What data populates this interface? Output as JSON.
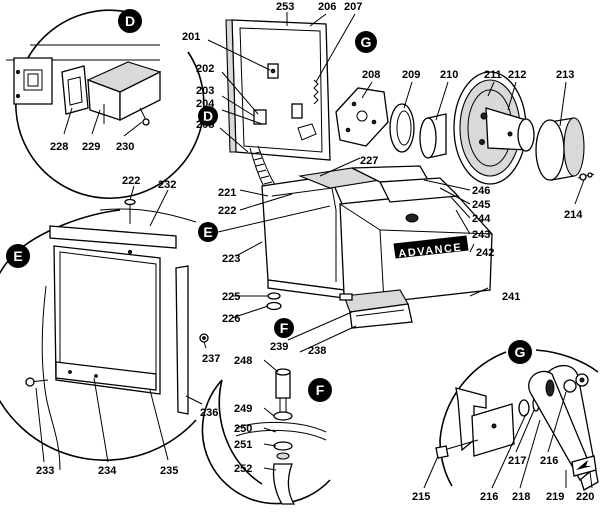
{
  "detail_badges": [
    "D",
    "G",
    "D",
    "E",
    "E",
    "F",
    "F",
    "G"
  ],
  "brand_label": "ADVANCE",
  "part_numbers": {
    "p253": "253",
    "p206": "206",
    "p207": "207",
    "p201": "201",
    "p202": "202",
    "p203": "203",
    "p204": "204",
    "p205": "205",
    "p208": "208",
    "p209": "209",
    "p210": "210",
    "p211": "211",
    "p212": "212",
    "p213": "213",
    "p214": "214",
    "p227": "227",
    "p221": "221",
    "p222a": "222",
    "p223": "223",
    "p225": "225",
    "p226": "226",
    "p246": "246",
    "p245": "245",
    "p244": "244",
    "p243": "243",
    "p242": "242",
    "p241": "241",
    "p239": "239",
    "p238": "238",
    "p228": "228",
    "p229": "229",
    "p230": "230",
    "p222b": "222",
    "p232": "232",
    "p237": "237",
    "p236": "236",
    "p233": "233",
    "p234": "234",
    "p235": "235",
    "p248": "248",
    "p249": "249",
    "p250": "250",
    "p251": "251",
    "p252": "252",
    "p215": "215",
    "p216a": "216",
    "p217": "217",
    "p216b": "216",
    "p218": "218",
    "p219": "219",
    "p220": "220"
  }
}
